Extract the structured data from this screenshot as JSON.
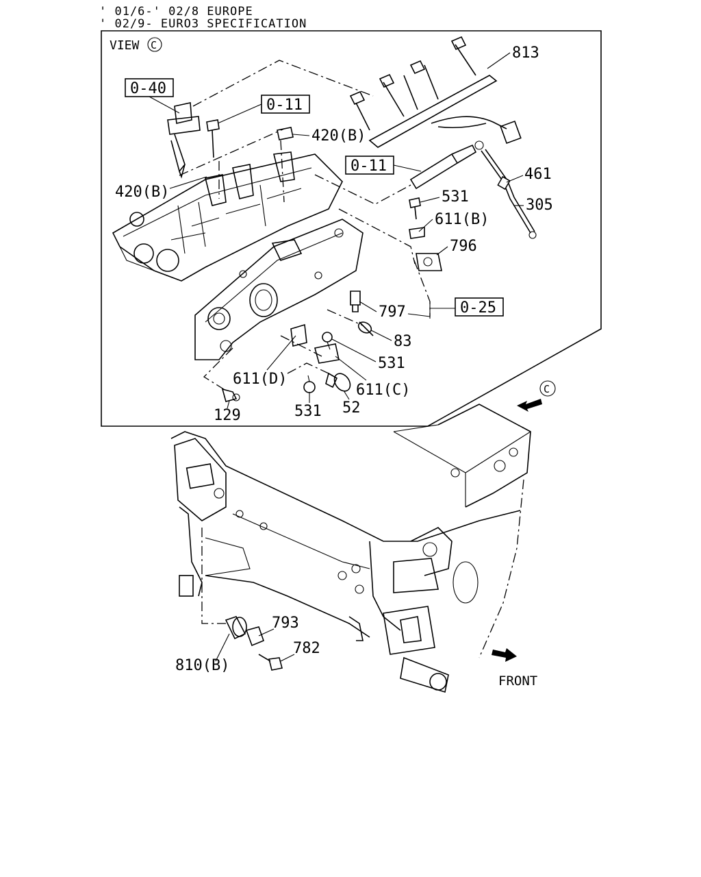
{
  "header": {
    "line1": "' 01/6-' 02/8 EUROPE",
    "line2": "' 02/9- EURO3 SPECIFICATION"
  },
  "view": {
    "label": "VIEW",
    "marker": "C"
  },
  "boxed_refs": {
    "r040": "0-40",
    "r011a": "0-11",
    "r011b": "0-11",
    "r025": "0-25"
  },
  "callouts": {
    "c813": "813",
    "c420b_top": "420(B)",
    "c420b_left": "420(B)",
    "c461": "461",
    "c305": "305",
    "c531_top": "531",
    "c611b": "611(B)",
    "c796": "796",
    "c797": "797",
    "c83": "83",
    "c531_mid": "531",
    "c611d": "611(D)",
    "c611c": "611(C)",
    "c129": "129",
    "c531_bot": "531",
    "c52": "52",
    "c793": "793",
    "c782": "782",
    "c810b": "810(B)"
  },
  "front_label": "FRONT",
  "view_arrow_marker": "C"
}
